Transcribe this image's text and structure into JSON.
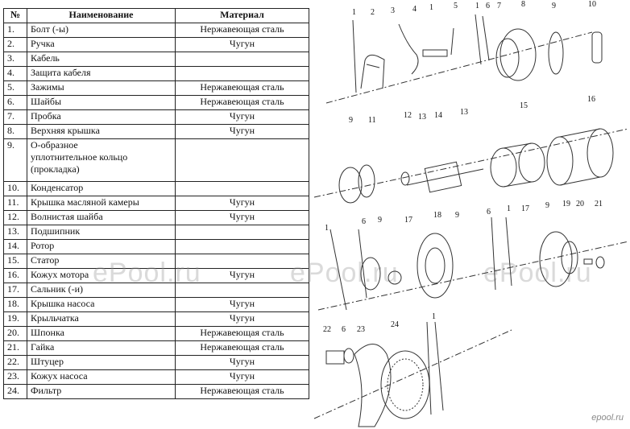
{
  "table": {
    "headers": {
      "num": "№",
      "name": "Наименование",
      "material": "Материал"
    },
    "rows": [
      {
        "num": "1.",
        "name": "Болт (-ы)",
        "material": "Нержавеющая сталь"
      },
      {
        "num": "2.",
        "name": "Ручка",
        "material": "Чугун"
      },
      {
        "num": "3.",
        "name": "Кабель",
        "material": ""
      },
      {
        "num": "4.",
        "name": "Защита кабеля",
        "material": ""
      },
      {
        "num": "5.",
        "name": "Зажимы",
        "material": "Нержавеющая сталь"
      },
      {
        "num": "6.",
        "name": "Шайбы",
        "material": "Нержавеющая сталь"
      },
      {
        "num": "7.",
        "name": "Пробка",
        "material": "Чугун"
      },
      {
        "num": "8.",
        "name": "Верхняя крышка",
        "material": "Чугун"
      },
      {
        "num": "9.",
        "name": "О-образное\nуплотнительное кольцо\n(прокладка)",
        "material": ""
      },
      {
        "num": "10.",
        "name": "Конденсатор",
        "material": ""
      },
      {
        "num": "11.",
        "name": "Крышка масляной камеры",
        "material": "Чугун"
      },
      {
        "num": "12.",
        "name": "Волнистая шайба",
        "material": "Чугун"
      },
      {
        "num": "13.",
        "name": "Подшипник",
        "material": ""
      },
      {
        "num": "14.",
        "name": "Ротор",
        "material": ""
      },
      {
        "num": "15.",
        "name": "Статор",
        "material": ""
      },
      {
        "num": "16.",
        "name": "Кожух мотора",
        "material": "Чугун"
      },
      {
        "num": "17.",
        "name": "Сальник (-и)",
        "material": ""
      },
      {
        "num": "18.",
        "name": "Крышка насоса",
        "material": "Чугун"
      },
      {
        "num": "19.",
        "name": "Крыльчатка",
        "material": "Чугун"
      },
      {
        "num": "20.",
        "name": "Шпонка",
        "material": "Нержавеющая сталь"
      },
      {
        "num": "21.",
        "name": "Гайка",
        "material": "Нержавеющая сталь"
      },
      {
        "num": "22.",
        "name": "Штуцер",
        "material": "Чугун"
      },
      {
        "num": "23.",
        "name": "Кожух насоса",
        "material": "Чугун"
      },
      {
        "num": "24.",
        "name": "Фильтр",
        "material": "Нержавеющая сталь"
      }
    ]
  },
  "watermark": "ePool.ru",
  "logo": "epool.ru",
  "callouts": [
    "1",
    "2",
    "3",
    "4",
    "1",
    "5",
    "1",
    "6",
    "7",
    "8",
    "9",
    "10",
    "9",
    "11",
    "12",
    "13",
    "14",
    "13",
    "15",
    "16",
    "1",
    "6",
    "9",
    "17",
    "18",
    "9",
    "6",
    "1",
    "17",
    "9",
    "19",
    "20",
    "21",
    "22",
    "6",
    "23",
    "24",
    "1"
  ]
}
